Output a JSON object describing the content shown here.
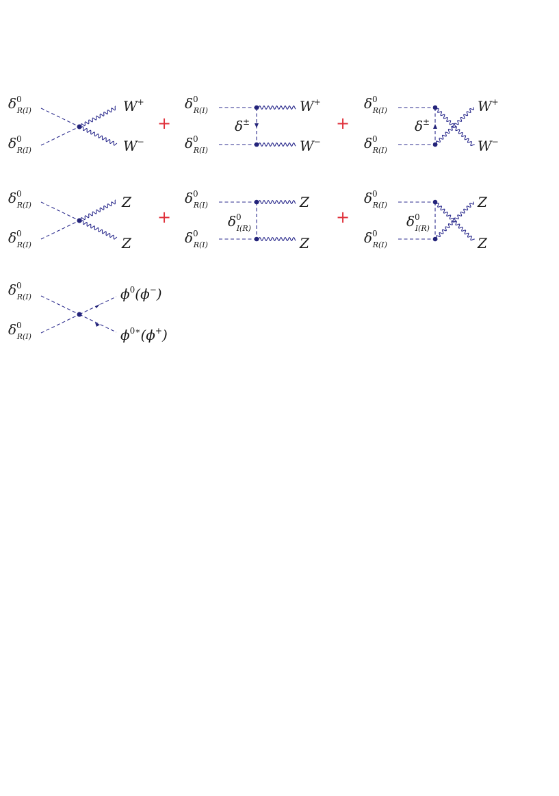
{
  "colors": {
    "line": "#2a2a8c",
    "vertex": "#24247a",
    "plus": "#e0323c",
    "text": "#1a1a1a"
  },
  "labels": {
    "delta_sym": "δ",
    "zero": "0",
    "pm": "±",
    "RI": "R(I)",
    "IR": "I(R)",
    "W": "W",
    "plus_sup": "+",
    "minus_sup": "−",
    "Z": "Z",
    "phi": "ϕ",
    "phi0_open": "(ϕ",
    "close": ")",
    "star0": "0∗",
    "plus_sign": "+"
  }
}
